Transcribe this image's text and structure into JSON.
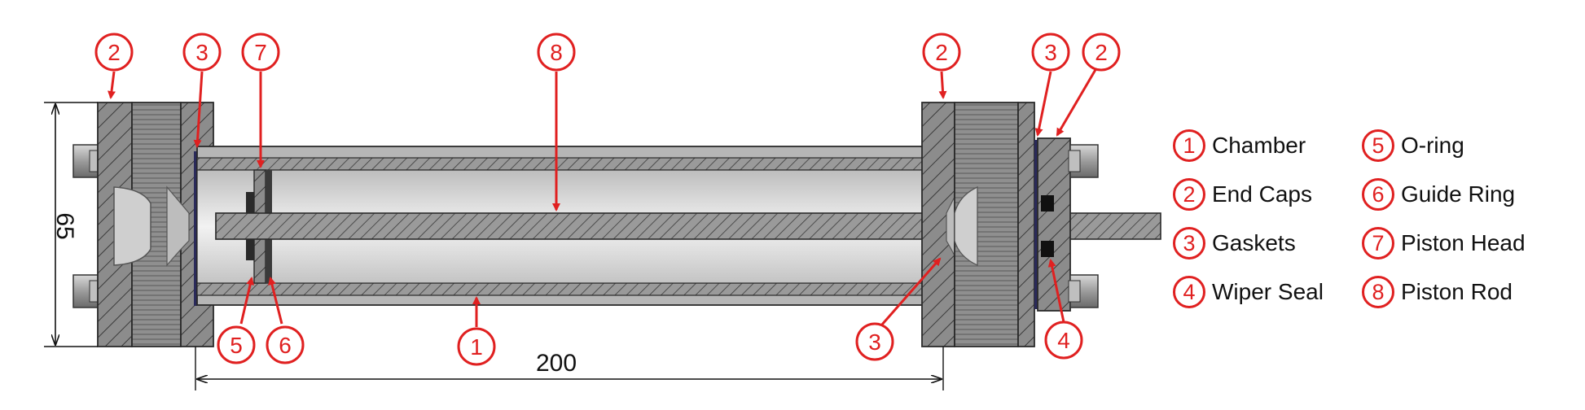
{
  "colors": {
    "callout": "#e02020",
    "metal": "#8c8c8c",
    "metal_dark": "#4a4a4a",
    "rod": "#9a9a9a",
    "bore": "#d4d4d4",
    "outline": "#2a2a2a"
  },
  "dimensions": {
    "height_value": "65",
    "length_value": "200"
  },
  "callouts": [
    {
      "id": "c1",
      "num": "2"
    },
    {
      "id": "c2",
      "num": "3"
    },
    {
      "id": "c3",
      "num": "7"
    },
    {
      "id": "c4",
      "num": "8"
    },
    {
      "id": "c5",
      "num": "2"
    },
    {
      "id": "c6",
      "num": "3"
    },
    {
      "id": "c7",
      "num": "2"
    },
    {
      "id": "c8",
      "num": "5"
    },
    {
      "id": "c9",
      "num": "6"
    },
    {
      "id": "c10",
      "num": "1"
    },
    {
      "id": "c11",
      "num": "3"
    },
    {
      "id": "c12",
      "num": "4"
    }
  ],
  "legend": {
    "items": [
      {
        "num": "1",
        "label": "Chamber"
      },
      {
        "num": "2",
        "label": "End Caps"
      },
      {
        "num": "3",
        "label": "Gaskets"
      },
      {
        "num": "4",
        "label": "Wiper Seal"
      },
      {
        "num": "5",
        "label": "O-ring"
      },
      {
        "num": "6",
        "label": "Guide Ring"
      },
      {
        "num": "7",
        "label": "Piston Head"
      },
      {
        "num": "8",
        "label": "Piston Rod"
      }
    ]
  }
}
